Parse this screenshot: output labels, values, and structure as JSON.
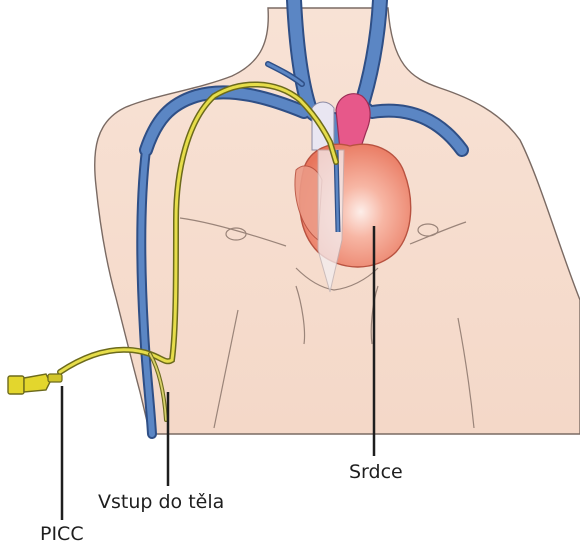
{
  "labels": {
    "heart": "Srdce",
    "insertion_site": "Vstup do těla",
    "picc": "PICC"
  },
  "colors": {
    "skin": "#f6ddcf",
    "skin_outline": "#7a6a63",
    "vein": "#5b86c4",
    "vein_outline": "#2f4f86",
    "heart": "#ee8870",
    "heart_highlight": "#f9d9d1",
    "artery_pink": "#e7588a",
    "catheter": "#c9bf2a",
    "catheter_shadow": "#6c6a1c",
    "leader_line": "#1e1e1e"
  }
}
